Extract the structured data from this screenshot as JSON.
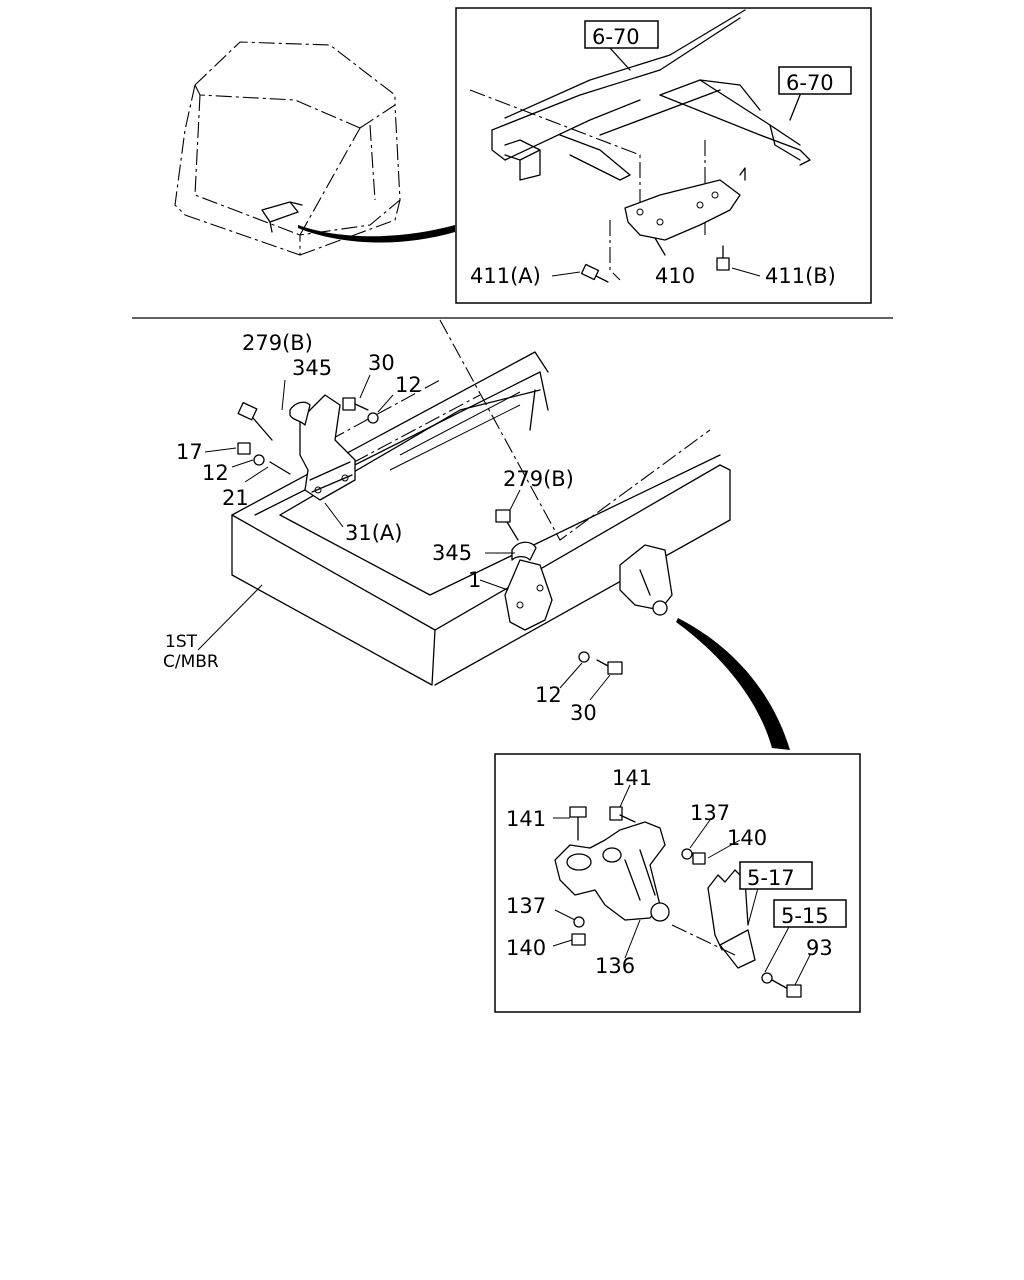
{
  "top_inset": {
    "refs": [
      "6-70",
      "6-70"
    ],
    "parts": [
      "411(A)",
      "410",
      "411(B)"
    ]
  },
  "main": {
    "parts": [
      "279(B)",
      "345",
      "30",
      "12",
      "17",
      "12",
      "21",
      "31(A)",
      "279(B)",
      "345",
      "1",
      "12",
      "30"
    ],
    "note": [
      "1ST",
      "C/MBR"
    ]
  },
  "bottom_inset": {
    "parts": [
      "141",
      "141",
      "137",
      "140",
      "137",
      "140",
      "136",
      "93"
    ],
    "refs": [
      "5-17",
      "5-15"
    ]
  }
}
